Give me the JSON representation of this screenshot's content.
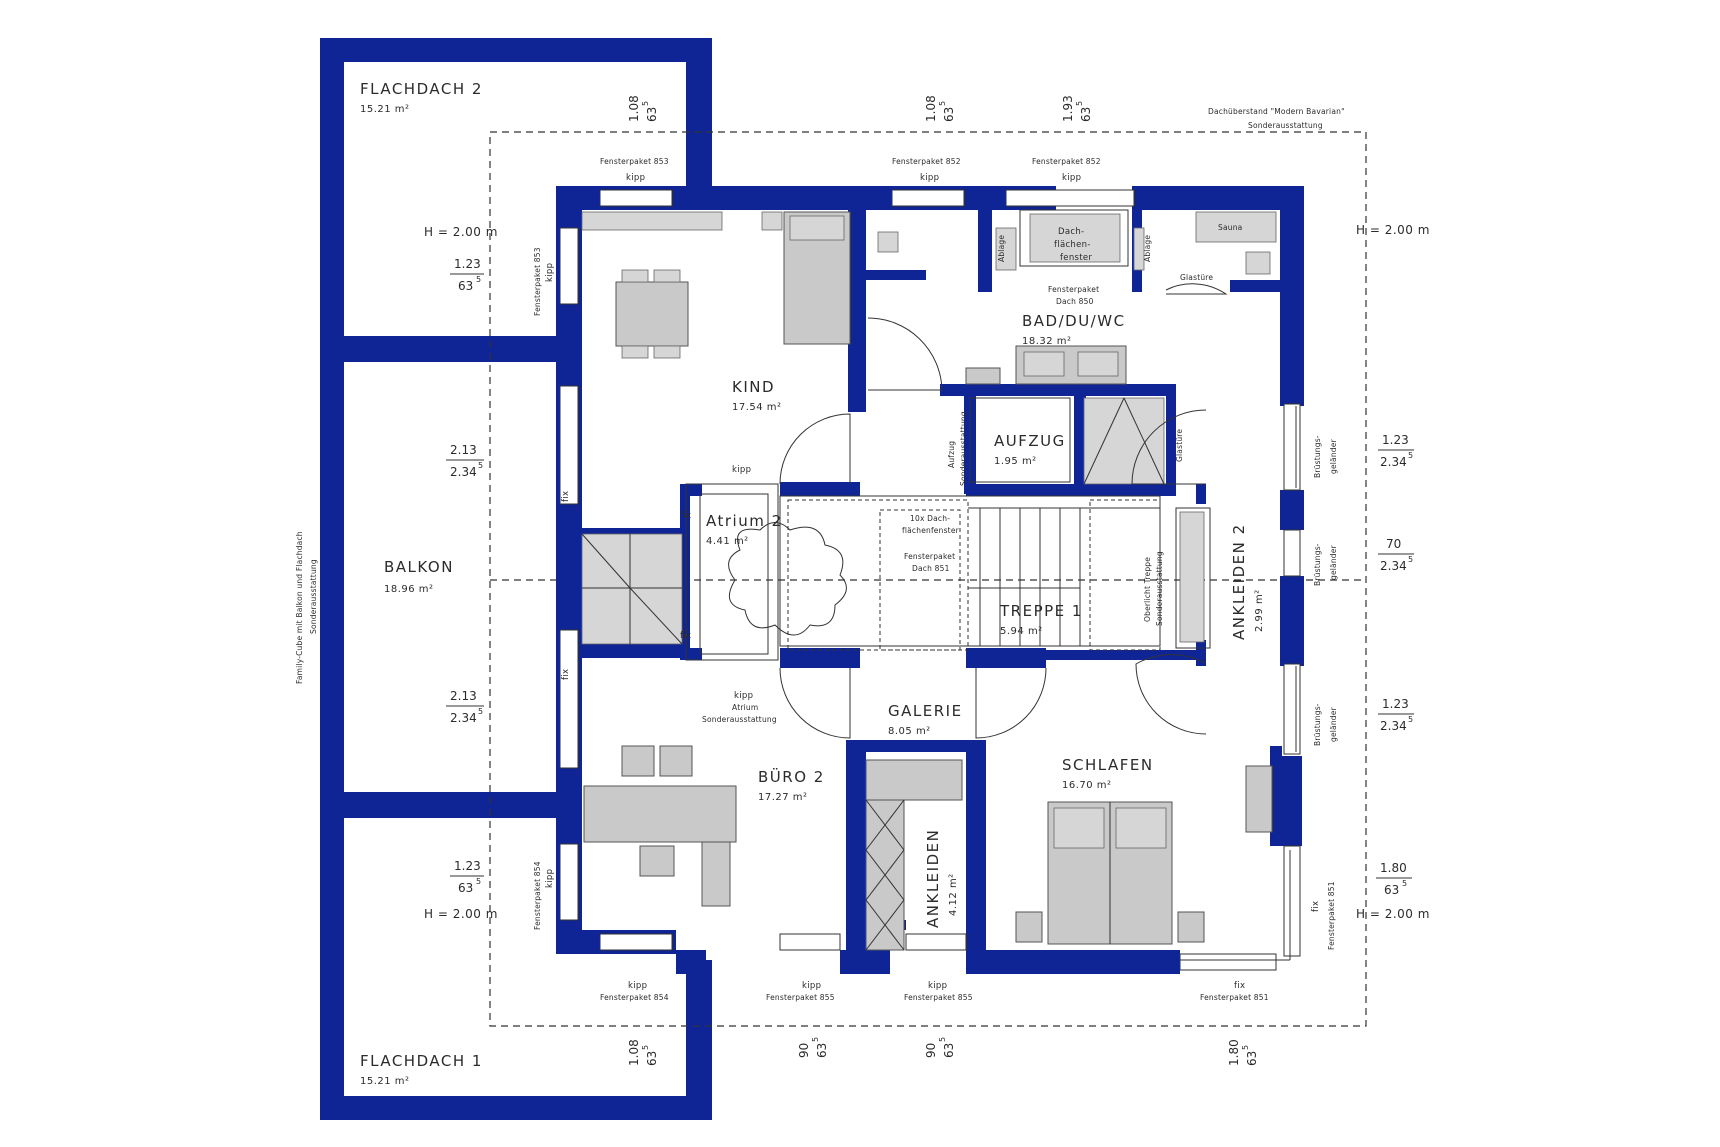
{
  "rooms": {
    "flachdach2": {
      "name": "FLACHDACH 2",
      "area": "15.21 m²"
    },
    "flachdach1": {
      "name": "FLACHDACH 1",
      "area": "15.21 m²"
    },
    "balkon": {
      "name": "BALKON",
      "area": "18.96 m²"
    },
    "kind": {
      "name": "KIND",
      "area": "17.54 m²"
    },
    "bad": {
      "name": "BAD/DU/WC",
      "area": "18.32 m²"
    },
    "aufzug": {
      "name": "AUFZUG",
      "area": "1.95 m²"
    },
    "atrium": {
      "name": "Atrium 2",
      "area": "4.41 m²"
    },
    "treppe": {
      "name": "TREPPE 1",
      "area": "5.94 m²"
    },
    "ankleiden2": {
      "name": "ANKLEIDEN 2",
      "area": "2.99 m²"
    },
    "galerie": {
      "name": "GALERIE",
      "area": "8.05 m²"
    },
    "buero": {
      "name": "BÜRO 2",
      "area": "17.27 m²"
    },
    "schlafen": {
      "name": "SCHLAFEN",
      "area": "16.70 m²"
    },
    "ankleiden": {
      "name": "ANKLEIDEN",
      "area": "4.12 m²"
    }
  },
  "labels": {
    "dachueberstand": "Dachüberstand \"Modern Bavarian\"",
    "sonderausstattung": "Sonderausstattung",
    "fp853": "Fensterpaket 853",
    "fp852": "Fensterpaket 852",
    "fp854": "Fensterpaket 854",
    "fp855": "Fensterpaket 855",
    "fp851": "Fensterpaket 851",
    "kipp": "kipp",
    "fix": "fix",
    "sauna": "Sauna",
    "glastuere": "Glastüre",
    "ablage": "Ablage",
    "dach1": "Dach-",
    "dach2": "flächen-",
    "dach3": "fenster",
    "fpDach850": "Fensterpaket",
    "dach850": "Dach 850",
    "aufzugSA1": "Aufzug",
    "aufzugSA2": "Sonderausstattung",
    "dachflaechen10x1": "10x Dach-",
    "dachflaechen10x2": "flächenfenster",
    "fpDach851": "Fensterpaket",
    "dach851": "Dach 851",
    "oberlicht1": "Oberlicht Treppe",
    "oberlicht2": "Sonderausstattung",
    "atriumSA1": "Atrium",
    "atriumSA2": "Sonderausstattung",
    "bruestung1": "Brüstungs-",
    "bruestung2": "geländer",
    "sideNote1": "Family-Cube mit Balkon und Flachdach",
    "sideNote2": "Sonderausstattung",
    "h200": "H = 2.00  m"
  },
  "dims": {
    "d108": "1.08",
    "d635": "63",
    "sup5": "5",
    "d193": "1.93",
    "d123": "1.23",
    "d213": "2.13",
    "d234": "2.34",
    "d70": "70",
    "d180": "1.80",
    "d90": "90"
  },
  "colors": {
    "wall": "#0f2596",
    "furniture": "#c9c9c9"
  }
}
